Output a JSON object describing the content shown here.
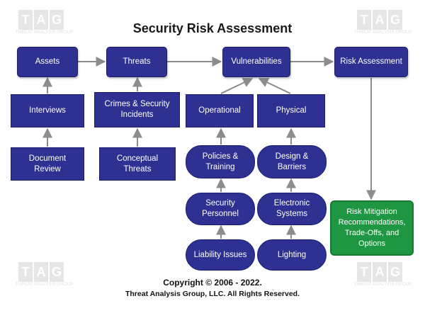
{
  "title": "Security Risk Assessment",
  "nodes": {
    "assets": "Assets",
    "threats": "Threats",
    "vulnerabilities": "Vulnerabilities",
    "risk_assessment": "Risk Assessment",
    "interviews": "Interviews",
    "crimes_incidents": "Crimes & Security\nIncidents",
    "operational": "Operational",
    "physical": "Physical",
    "document_review": "Document\nReview",
    "conceptual_threats": "Conceptual\nThreats",
    "policies_training": "Policies &\nTraining",
    "design_barriers": "Design &\nBarriers",
    "security_personnel": "Security\nPersonnel",
    "electronic_systems": "Electronic\nSystems",
    "liability_issues": "Liability Issues",
    "lighting": "Lighting",
    "risk_mitigation": "Risk Mitigation\nRecommendations,\nTrade-Offs, and\nOptions"
  },
  "footer": {
    "copyright": "Copyright © 2006 - 2022.",
    "rights": "Threat Analysis Group, LLC. All Rights Reserved."
  },
  "watermark": {
    "letters": [
      "T",
      "A",
      "G"
    ],
    "subtitle": "THREAT ANALYSIS GROUP"
  },
  "colors": {
    "box_blue": "#2e3192",
    "box_green": "#1f9641",
    "arrow_gray": "#8c8c8c"
  }
}
